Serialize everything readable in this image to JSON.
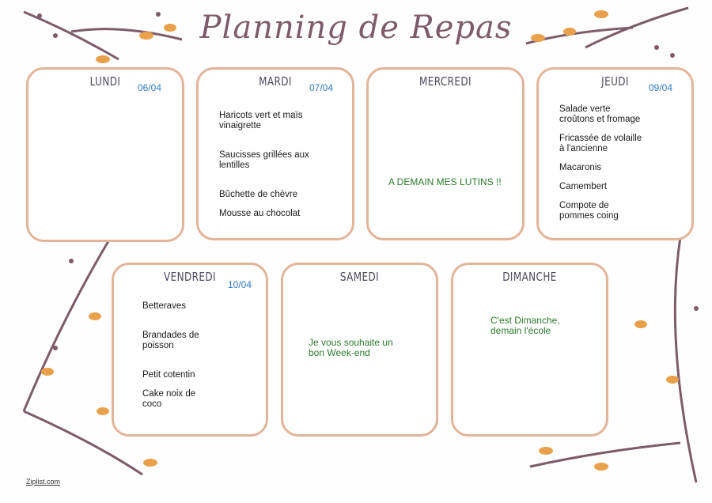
{
  "title": "Planning de Repas",
  "days": {
    "lundi": {
      "name": "LUNDI",
      "date": "06/04"
    },
    "mardi": {
      "name": "MARDI",
      "date": "07/04",
      "items": [
        "Haricots vert et maïs vinaigrette",
        "Saucisses grillées aux lentilles",
        "Bûchette de chèvre",
        "Mousse au chocolat"
      ]
    },
    "mercredi": {
      "name": "MERCREDI",
      "note": "A DEMAIN MES LUTINS !!"
    },
    "jeudi": {
      "name": "JEUDI",
      "date": "09/04",
      "items": [
        "Salade verte croûtons et fromage",
        "Fricassée de volaille à l'ancienne",
        "Macaronis",
        "Camembert",
        "Compote de pommes coing"
      ]
    },
    "vendredi": {
      "name": "VENDREDI",
      "date": "10/04",
      "items": [
        "Betteraves",
        "Brandades de poisson",
        "Petit cotentin",
        "Cake noix de coco"
      ]
    },
    "samedi": {
      "name": "SAMEDI",
      "note": "Je vous souhaite un bon Week-end"
    },
    "dimanche": {
      "name": "DIMANCHE",
      "note": "C'est Dimanche, demain l'école"
    }
  },
  "footer": "Ziplist.com",
  "colors": {
    "border": "#e2b49a",
    "date": "#2e7bc4",
    "note": "#2a7a2a",
    "branch": "#7d5b6b",
    "leaf": "#e8a04a"
  }
}
